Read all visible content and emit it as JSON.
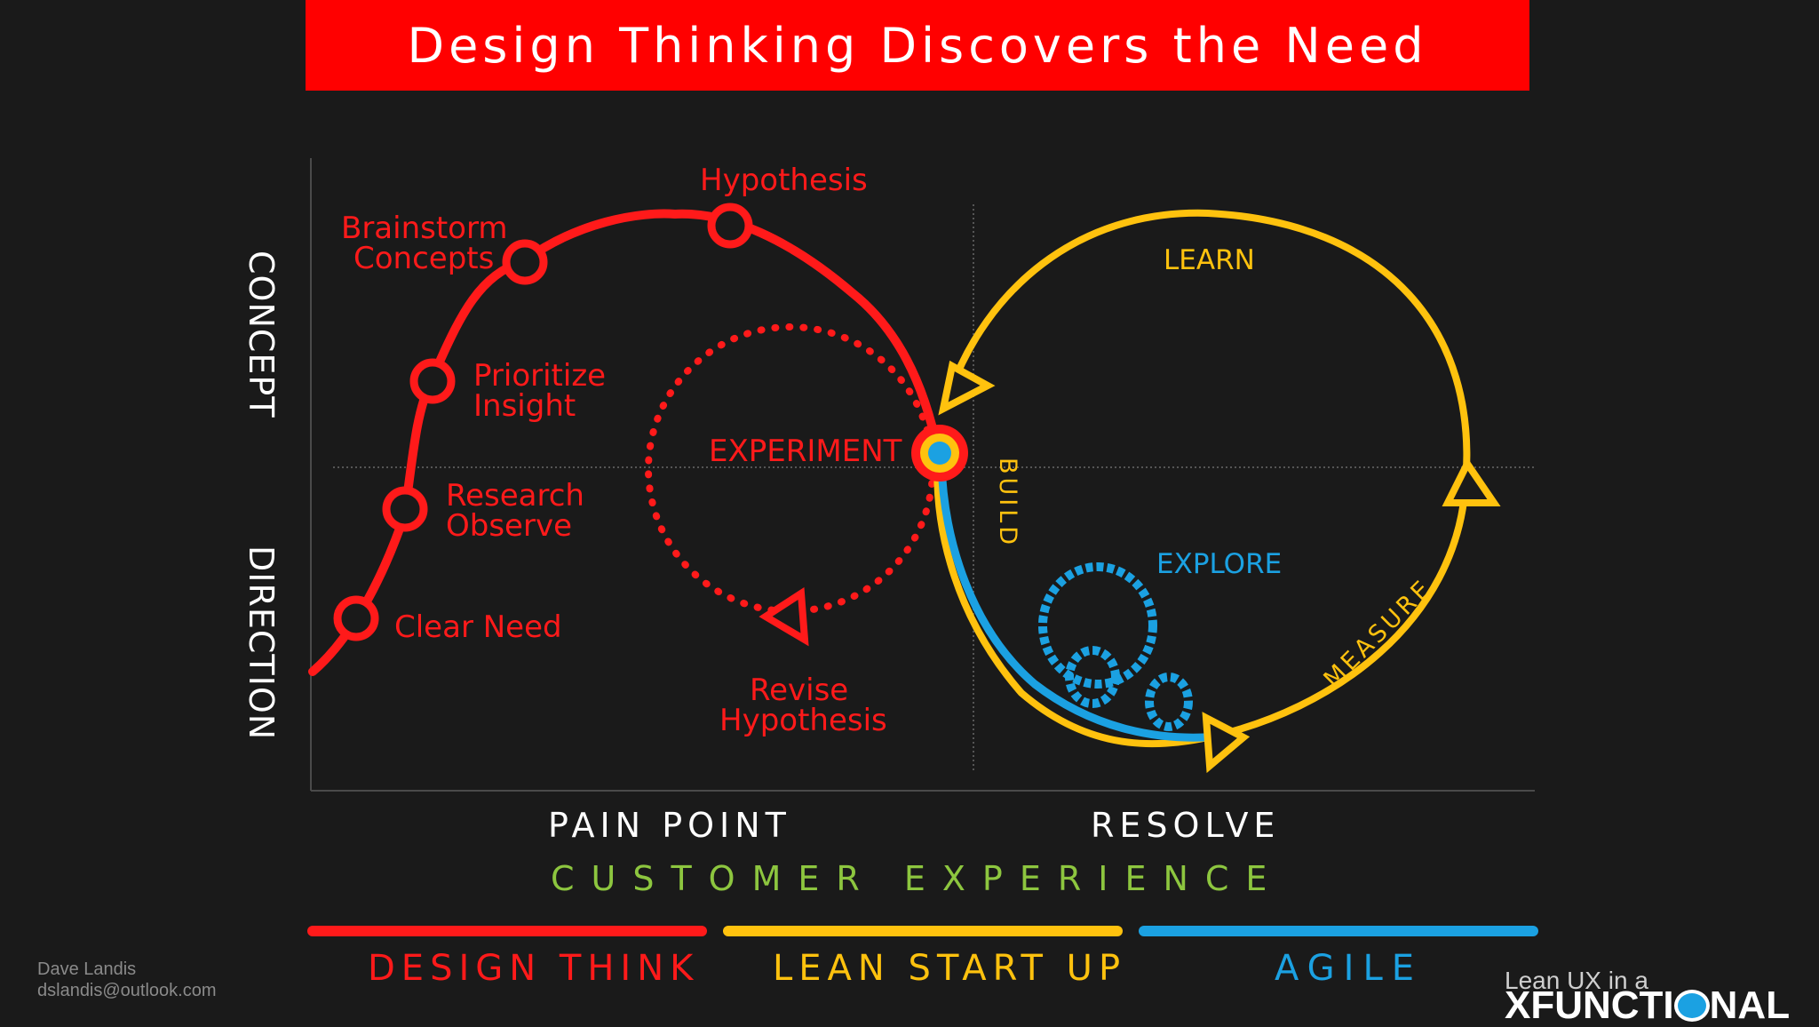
{
  "title": "Design Thinking Discovers the Need",
  "y_axis": {
    "top": "CONCEPT",
    "bottom": "DIRECTION"
  },
  "x_axis": {
    "left": "PAIN POINT",
    "right": "RESOLVE",
    "caption": "CUSTOMER EXPERIENCE"
  },
  "design_steps": [
    {
      "label_line1": "Hypothesis",
      "label_line2": ""
    },
    {
      "label_line1": "Brainstorm",
      "label_line2": "Concepts"
    },
    {
      "label_line1": "Prioritize",
      "label_line2": "Insight"
    },
    {
      "label_line1": "Research",
      "label_line2": "Observe"
    },
    {
      "label_line1": "Clear Need",
      "label_line2": ""
    }
  ],
  "experiment_label": "EXPERIMENT",
  "revise_label": {
    "line1": "Revise",
    "line2": "Hypothesis"
  },
  "lean_labels": {
    "learn": "LEARN",
    "build": "BUILD",
    "measure": "MEASURE"
  },
  "agile_label": "EXPLORE",
  "legend": [
    {
      "label": "DESIGN THINK",
      "color": "#ff1a1a"
    },
    {
      "label": "LEAN START UP",
      "color": "#ffc20e"
    },
    {
      "label": "AGILE",
      "color": "#1ba1e2"
    }
  ],
  "credit": {
    "name": "Dave Landis",
    "email": "dslandis@outlook.com"
  },
  "brand": {
    "line1": "Lean UX in a",
    "line2_a": "XFUNCTI",
    "line2_b": "NAL"
  },
  "colors": {
    "design": "#ff1a1a",
    "lean": "#ffc20e",
    "agile": "#1ba1e2",
    "title_bg": "#ff0000",
    "caption": "#8dc63f"
  }
}
